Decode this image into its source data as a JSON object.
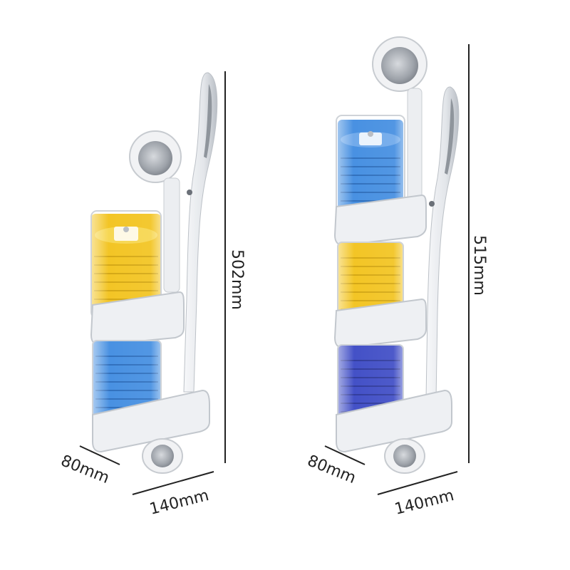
{
  "products": [
    {
      "id": "two-tier",
      "height_label": "502mm",
      "width_label": "140mm",
      "depth_label": "80mm",
      "tiers": [
        {
          "color": "#f2c21a",
          "color_name": "yellow"
        },
        {
          "color": "#3f8be0",
          "color_name": "blue"
        }
      ]
    },
    {
      "id": "three-tier",
      "height_label": "515mm",
      "width_label": "140mm",
      "depth_label": "80mm",
      "tiers": [
        {
          "color": "#3f8be0",
          "color_name": "blue"
        },
        {
          "color": "#f2c21a",
          "color_name": "yellow"
        },
        {
          "color": "#3a48c4",
          "color_name": "indigo"
        }
      ]
    }
  ],
  "colors": {
    "frame": "#e9ebee",
    "frame_shadow": "#c9cdd2",
    "dimension_line": "#222222",
    "background": "#ffffff"
  }
}
